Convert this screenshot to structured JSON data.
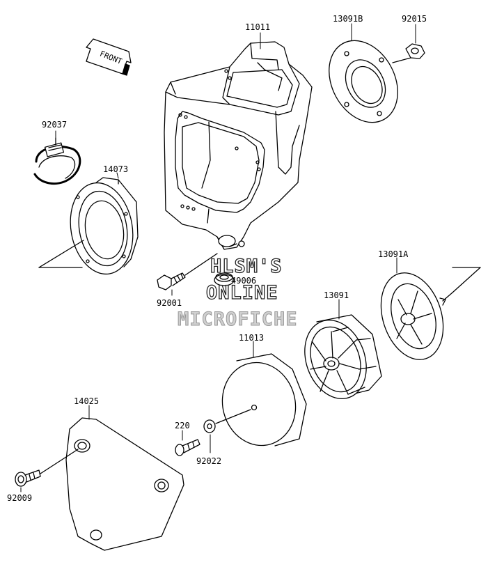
{
  "direction_marker": "FRONT",
  "part_labels": {
    "p11011": "11011",
    "p13091b": "13091B",
    "p92015": "92015",
    "p92037": "92037",
    "p14073": "14073",
    "p13091a": "13091A",
    "p92001": "92001",
    "p49006": "49006",
    "p13091": "13091",
    "p11013": "11013",
    "p14025": "14025",
    "p220": "220",
    "p92022": "92022",
    "p92009": "92009"
  },
  "watermark": {
    "line1": "HLSM'S",
    "line2": "ONLINE",
    "line3": "MICROFICHE"
  }
}
